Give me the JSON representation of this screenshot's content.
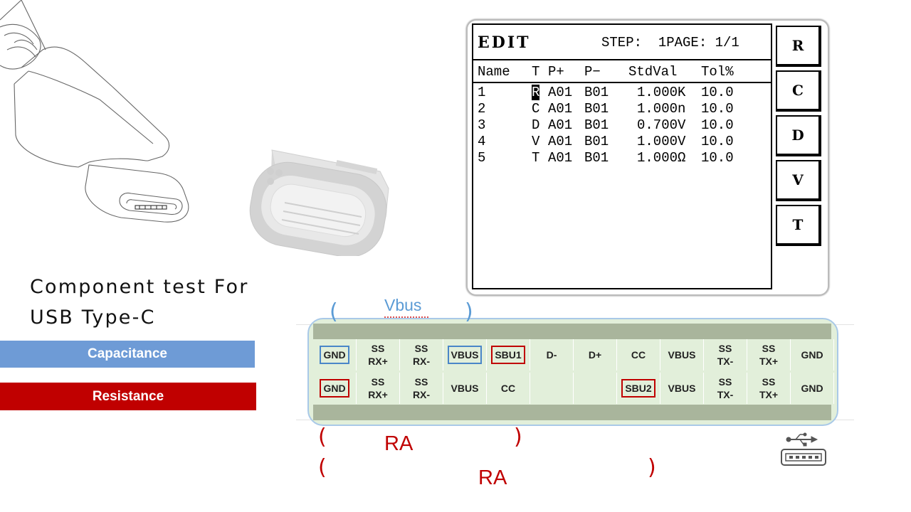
{
  "title": {
    "line1": "Component test For",
    "line2": "USB Type-C"
  },
  "legend": {
    "capacitance": "Capacitance",
    "resistance": "Resistance"
  },
  "screen": {
    "mode": "EDIT",
    "step_page": "STEP:  1PAGE: 1/1",
    "columns": {
      "name": "Name",
      "t": "T",
      "pplus": "P+",
      "pminus": "P−",
      "stdval": "StdVal",
      "tol": "Tol%"
    },
    "rows": [
      {
        "name": "1",
        "t": "R",
        "pplus": "A01",
        "pminus": "B01",
        "stdval": "1.000K",
        "tol": "10.0"
      },
      {
        "name": "2",
        "t": "C",
        "pplus": "A01",
        "pminus": "B01",
        "stdval": "1.000n",
        "tol": "10.0"
      },
      {
        "name": "3",
        "t": "D",
        "pplus": "A01",
        "pminus": "B01",
        "stdval": "0.700V",
        "tol": "10.0"
      },
      {
        "name": "4",
        "t": "V",
        "pplus": "A01",
        "pminus": "B01",
        "stdval": "1.000V",
        "tol": "10.0"
      },
      {
        "name": "5",
        "t": "T",
        "pplus": "A01",
        "pminus": "B01",
        "stdval": "1.000Ω",
        "tol": "10.0"
      }
    ],
    "buttons": [
      "R",
      "C",
      "D",
      "V",
      "T"
    ]
  },
  "pins": {
    "row_a": [
      "GND",
      "SS RX+",
      "SS RX-",
      "VBUS",
      "SBU1",
      "D-",
      "D+",
      "CC",
      "VBUS",
      "SS TX-",
      "SS TX+",
      "GND"
    ],
    "row_b": [
      "GND",
      "SS RX+",
      "SS RX-",
      "VBUS",
      "CC",
      "",
      "",
      "SBU2",
      "VBUS",
      "SS TX-",
      "SS TX+",
      "GND"
    ],
    "highlight_colors": {
      "capacitance": "#4a86c8",
      "resistance": "#c00000"
    }
  },
  "annotations": {
    "vbus": "Vbus",
    "ra_1": "RA",
    "ra_2": "RA"
  },
  "colors": {
    "capacitance_bar": "#6e9bd6",
    "resistance_bar": "#c00000",
    "pin_background": "#e2efda"
  }
}
